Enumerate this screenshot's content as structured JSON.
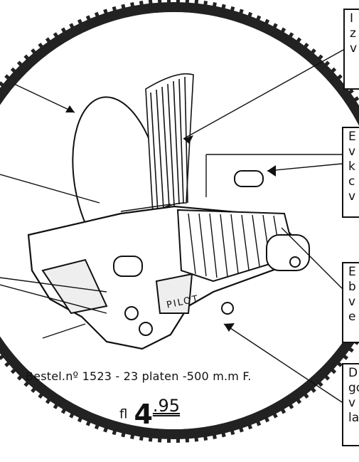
{
  "callouts": [
    {
      "name": "callout-top",
      "text": "I\nz\nv"
    },
    {
      "name": "callout-upper-middle",
      "text": "E\nv\nk\nc\nv"
    },
    {
      "name": "callout-lower-middle",
      "text": "E\nb\nv\ne"
    },
    {
      "name": "callout-bottom",
      "text": "D\ngo\nv\nla"
    }
  ],
  "brand": "PILOT",
  "order": {
    "text": "Bestel.nº 1523 - 23 platen -500 m.m F."
  },
  "price": {
    "currency": "fl",
    "whole": "4",
    "decimal": ".95"
  },
  "colors": {
    "ink": "#111111",
    "paper": "#ffffff",
    "cog": "#222222"
  }
}
